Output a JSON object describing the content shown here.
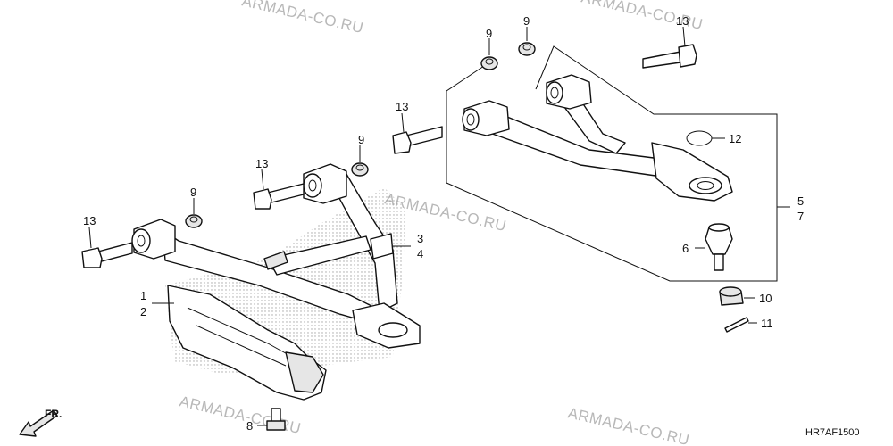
{
  "diagram": {
    "code": "HR7AF1500",
    "direction_label": "FR.",
    "watermark": "ARMADA-CO.RU",
    "callouts": {
      "c9a": "9",
      "c9b": "9",
      "c13a": "13",
      "c13b": "13",
      "c9c": "9",
      "c13c": "13",
      "c9d": "9",
      "c13d": "13",
      "c12": "12",
      "c5": "5",
      "c7": "7",
      "c3": "3",
      "c4": "4",
      "c6": "6",
      "c1": "1",
      "c2": "2",
      "c10": "10",
      "c11": "11",
      "c8": "8"
    }
  }
}
